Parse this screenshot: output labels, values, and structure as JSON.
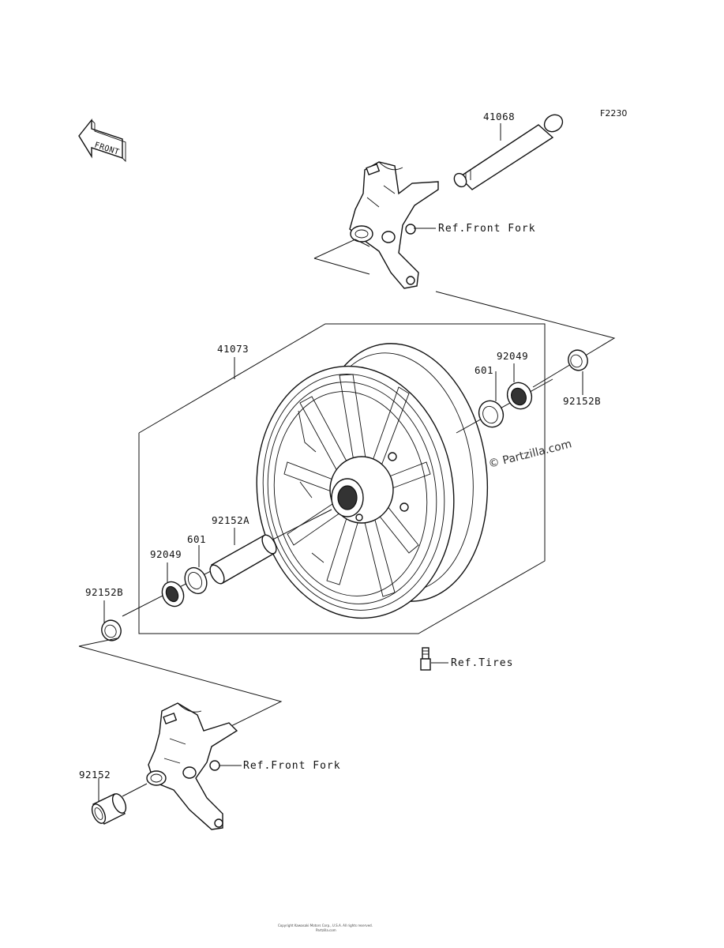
{
  "figure_code": "F2230",
  "front_arrow_text": "FRONT",
  "watermark": "© Partzilla.com",
  "footer_text": [
    "Copyright Kawasaki Motors Corp., U.S.A. All rights reserved.",
    "Partzilla.com"
  ],
  "labels": {
    "axle": "41068",
    "wheel": "41073",
    "seal_right": "92049",
    "bearing_right": "601",
    "collar_right": "92152B",
    "collar_a": "92152A",
    "bearing_left": "601",
    "seal_left": "92049",
    "collar_left": "92152B",
    "collar_bottom": "92152"
  },
  "refs": {
    "front_fork_top": "Ref.Front Fork",
    "tires": "Ref.Tires",
    "front_fork_bottom": "Ref.Front Fork"
  }
}
